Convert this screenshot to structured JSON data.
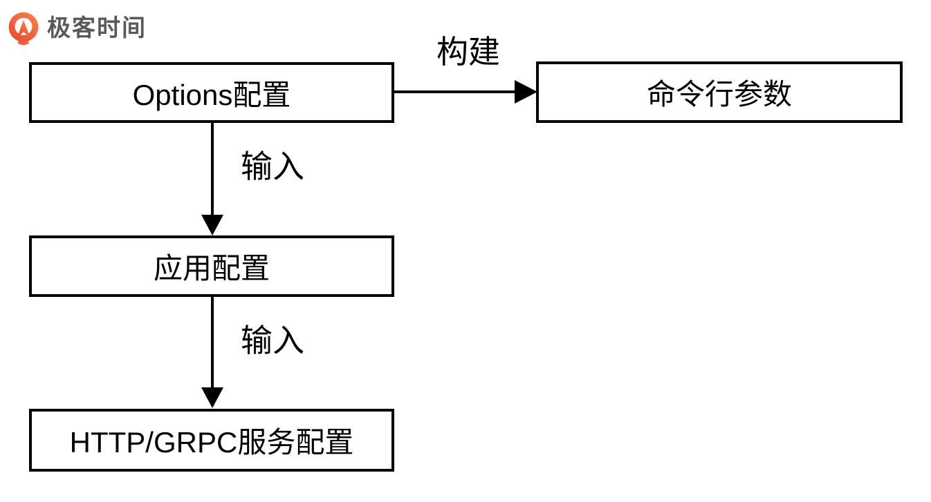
{
  "brand": {
    "name": "极客时间"
  },
  "diagram": {
    "nodes": [
      {
        "id": "options",
        "label": "Options配置"
      },
      {
        "id": "cmdline-args",
        "label": "命令行参数"
      },
      {
        "id": "app-config",
        "label": "应用配置"
      },
      {
        "id": "http-grpc-config",
        "label": "HTTP/GRPC服务配置"
      }
    ],
    "edges": [
      {
        "from": "options",
        "to": "cmdline-args",
        "label": "构建",
        "direction": "right"
      },
      {
        "from": "options",
        "to": "app-config",
        "label": "输入",
        "direction": "down"
      },
      {
        "from": "app-config",
        "to": "http-grpc-config",
        "label": "输入",
        "direction": "down"
      }
    ]
  },
  "colors": {
    "stroke": "#000000",
    "node_fill": "#ffffff",
    "text": "#000000",
    "brand_orange": "#ee5b2d",
    "brand_orange_light": "#f5854f",
    "brand_text": "#58595b"
  }
}
